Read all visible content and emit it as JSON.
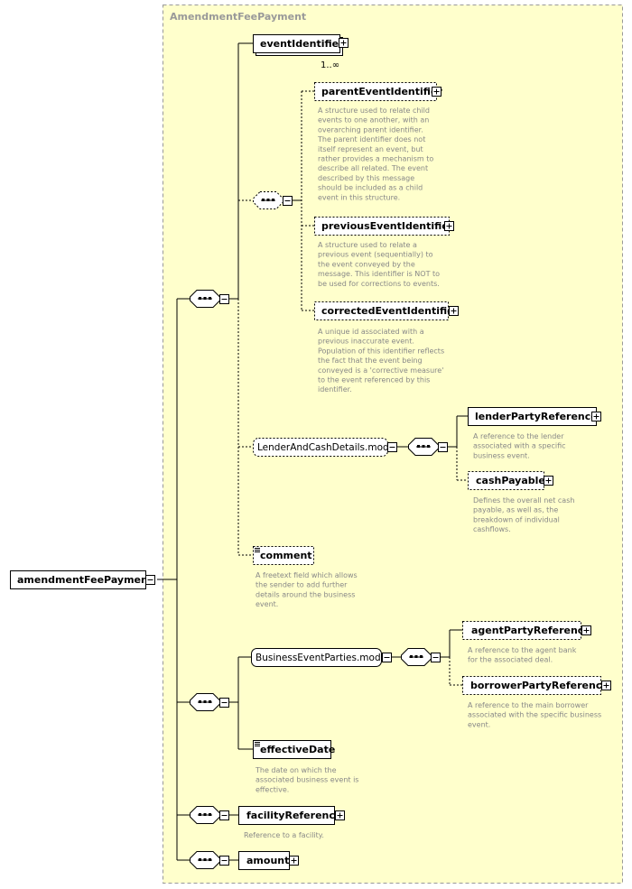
{
  "title": "AmendmentFeePayment",
  "root": {
    "label": "amendmentFeePayment"
  },
  "elements": {
    "eventIdentifier": {
      "label": "eventIdentifier",
      "occurs": "1..∞"
    },
    "parentEventIdentifier": {
      "label": "parentEventIdentifier",
      "doc": [
        "A structure used to relate child",
        "events to one another, with an",
        "overarching parent identifier.",
        "The parent identifier does not",
        "itself represent an event, but",
        "rather provides a mechanism to",
        "describe all related. The event",
        "described by this message",
        "should be included as a child",
        "event in this structure."
      ]
    },
    "previousEventIdentifier": {
      "label": "previousEventIdentifier",
      "doc": [
        "A structure used to relate a",
        "previous event (sequentially) to",
        "the event conveyed by the",
        "message. This identifier is NOT to",
        "be used for corrections to events."
      ]
    },
    "correctedEventIdentifier": {
      "label": "correctedEventIdentifier",
      "doc": [
        "A unique id associated with a",
        "previous inaccurate event.",
        "Population of this identifier reflects",
        "the fact that the event being",
        "conveyed is a 'corrective measure'",
        "to the event referenced by this",
        "identifier."
      ]
    },
    "lenderAndCashDetails": {
      "label": "LenderAndCashDetails.model"
    },
    "lenderPartyReference": {
      "label": "lenderPartyReference",
      "doc": [
        "A reference to the lender",
        "associated with a specific",
        "business event."
      ]
    },
    "cashPayable": {
      "label": "cashPayable",
      "doc": [
        "Defines the overall net cash",
        "payable, as well as, the",
        "breakdown of individual",
        "cashflows."
      ]
    },
    "comment": {
      "label": "comment",
      "doc": [
        "A freetext field which allows",
        "the sender to add further",
        "details around the business",
        "event."
      ]
    },
    "businessEventParties": {
      "label": "BusinessEventParties.model"
    },
    "agentPartyReference": {
      "label": "agentPartyReference",
      "doc": [
        "A reference to the agent bank",
        "for the associated deal."
      ]
    },
    "borrowerPartyReference": {
      "label": "borrowerPartyReference",
      "doc": [
        "A reference to the main borrower",
        "associated with the specific business",
        "event."
      ]
    },
    "effectiveDate": {
      "label": "effectiveDate",
      "doc": [
        "The date on which the",
        "associated business event is",
        "effective."
      ]
    },
    "facilityReference": {
      "label": "facilityReference",
      "doc": [
        "Reference to a facility."
      ]
    },
    "amount": {
      "label": "amount"
    }
  },
  "colors": {
    "container_bg": "#ffffcc",
    "container_border": "#999999",
    "doc_text": "#888888",
    "title_text": "#999999"
  }
}
